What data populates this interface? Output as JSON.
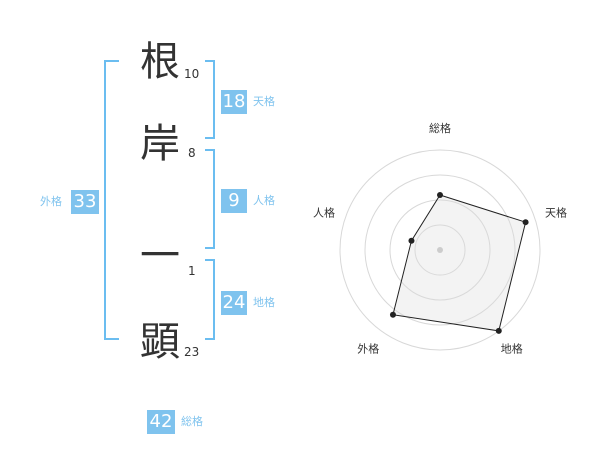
{
  "characters": [
    {
      "char": "根",
      "strokes": "10"
    },
    {
      "char": "岸",
      "strokes": "8"
    },
    {
      "char": "一",
      "strokes": "1"
    },
    {
      "char": "顕",
      "strokes": "23"
    }
  ],
  "fortunes": {
    "tenkaku": {
      "label": "天格",
      "value": "18"
    },
    "jinkaku": {
      "label": "人格",
      "value": "9"
    },
    "chikaku": {
      "label": "地格",
      "value": "24"
    },
    "gaikaku": {
      "label": "外格",
      "value": "33"
    },
    "soukaku": {
      "label": "総格",
      "value": "42"
    }
  },
  "colors": {
    "accent": "#7fc3ee",
    "bracket": "#6bbdf0",
    "text": "#333333"
  },
  "chart_data": {
    "type": "radar",
    "axes": [
      "総格",
      "天格",
      "地格",
      "外格",
      "人格"
    ],
    "values": [
      0.55,
      0.9,
      1.0,
      0.8,
      0.3
    ],
    "max": 1.0,
    "rings": 4
  }
}
